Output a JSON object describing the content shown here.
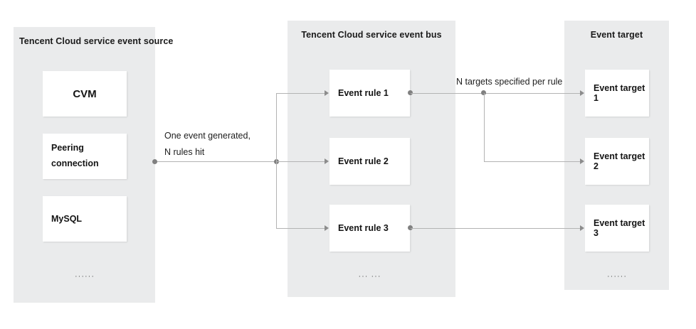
{
  "diagram": {
    "title": "Tencent Cloud EventBridge flow",
    "colors": {
      "panel_bg": "#eaebec",
      "node_bg": "#ffffff",
      "line": "#b3b3b3",
      "dot": "#808080",
      "text": "#141414"
    }
  },
  "panels": [
    {
      "id": "source",
      "title": "Tencent Cloud service event source",
      "ellipsis": "······",
      "nodes": [
        {
          "label": "CVM"
        },
        {
          "label_line1": "Peering",
          "label_line2": "connection"
        },
        {
          "label": "MySQL"
        }
      ]
    },
    {
      "id": "bus",
      "title": "Tencent Cloud service event bus",
      "ellipsis": "··· ···",
      "nodes": [
        {
          "label": "Event rule 1"
        },
        {
          "label": "Event rule 2"
        },
        {
          "label": "Event rule 3"
        }
      ]
    },
    {
      "id": "target",
      "title": "Event target",
      "ellipsis": "······",
      "nodes": [
        {
          "label": "Event target 1"
        },
        {
          "label": "Event target 2"
        },
        {
          "label": "Event target 3"
        }
      ]
    }
  ],
  "edge_labels": {
    "source_to_bus_line1": "One event generated,",
    "source_to_bus_line2": "N rules hit",
    "bus_to_target": "N targets specified per rule"
  }
}
